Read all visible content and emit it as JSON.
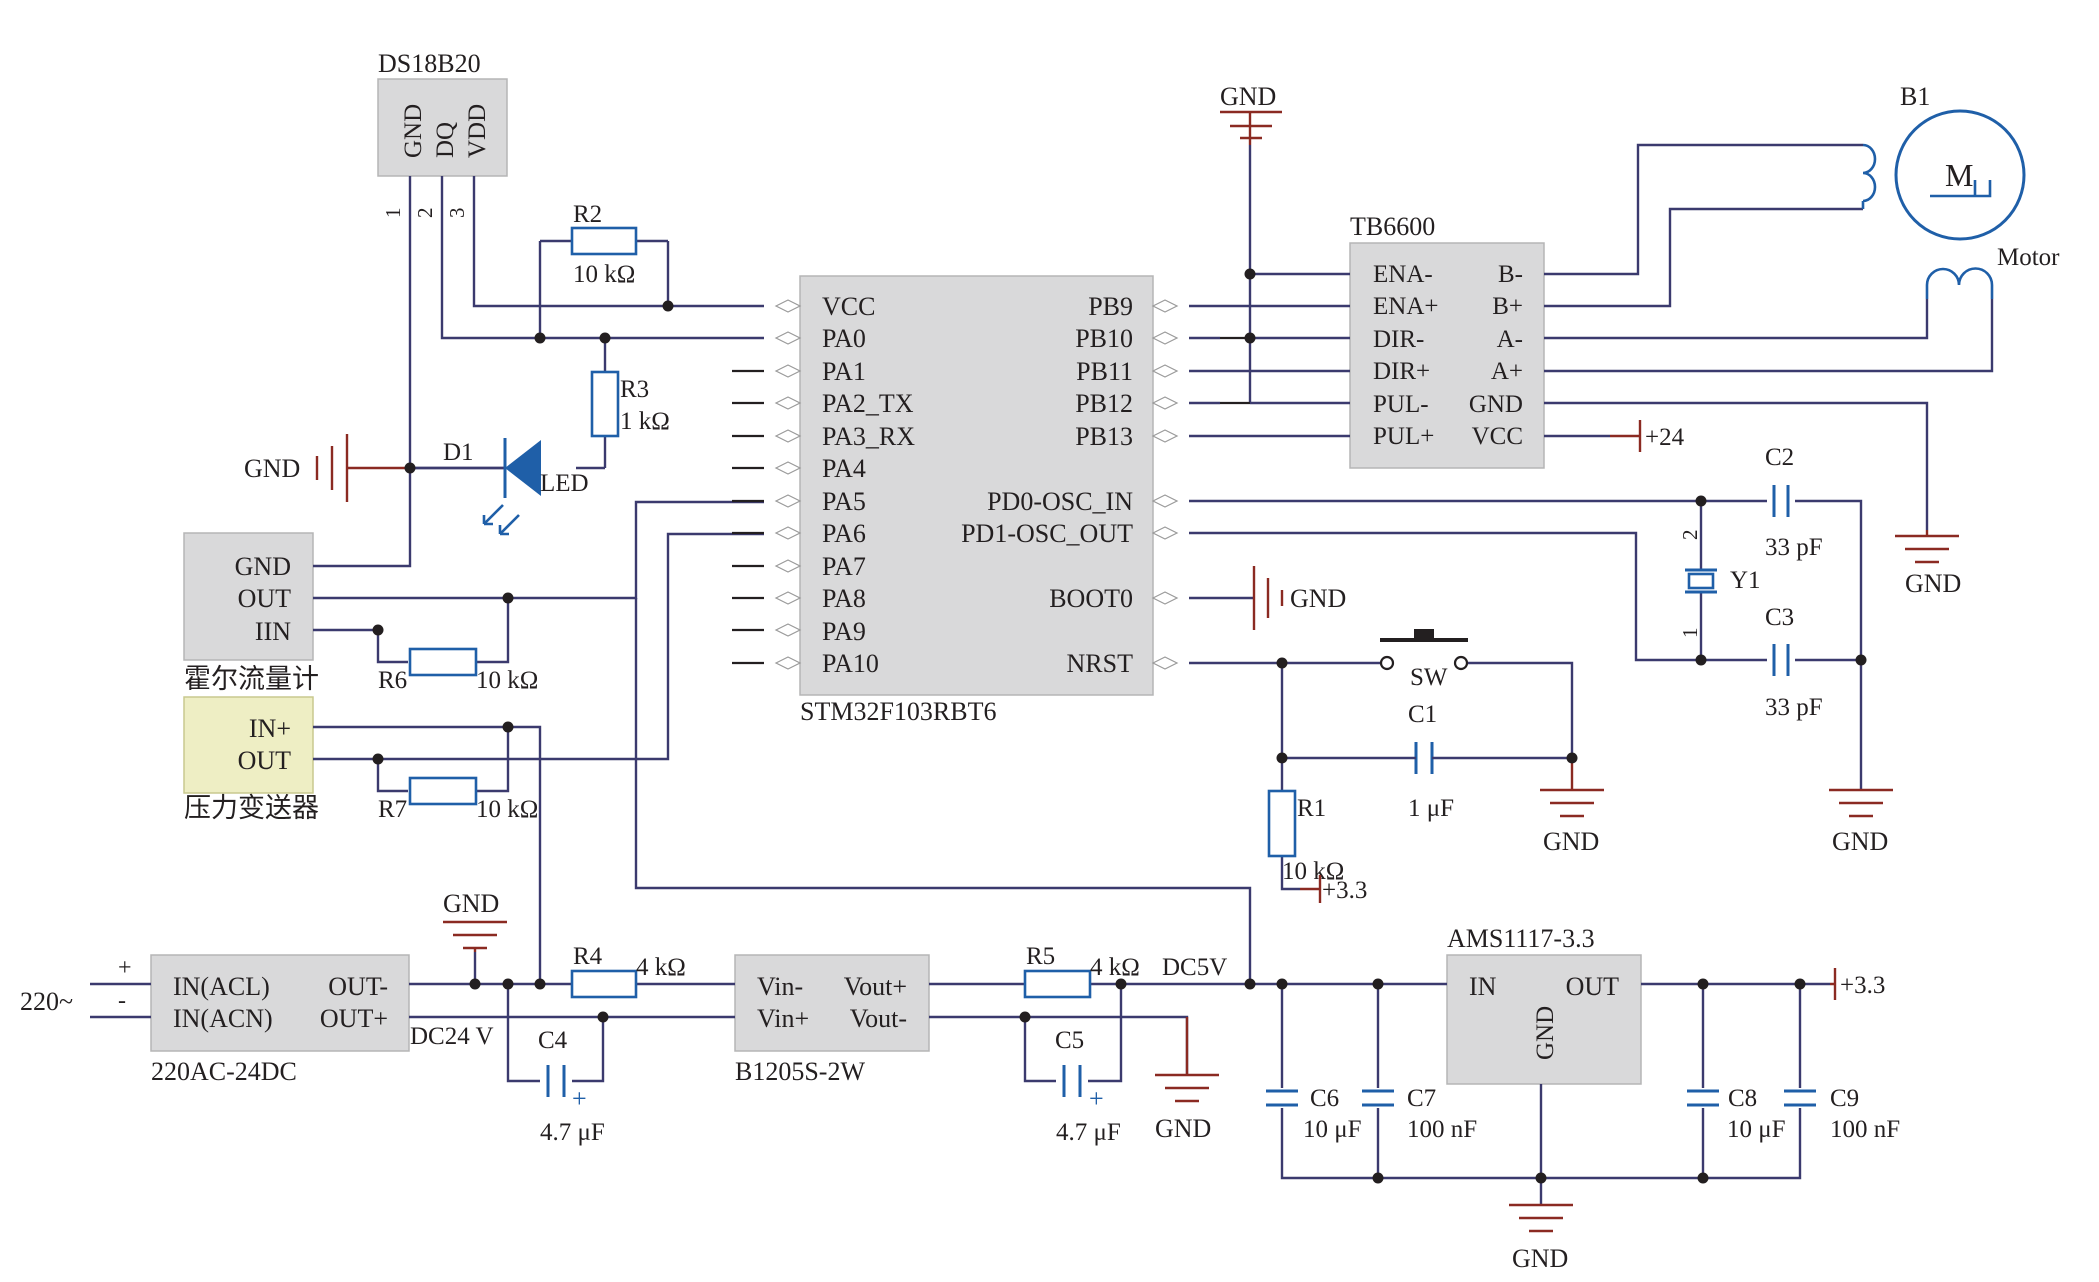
{
  "components": {
    "mcu": {
      "name": "STM32F103RBT6",
      "left_pins": [
        "VCC",
        "PA0",
        "PA1",
        "PA2_TX",
        "PA3_RX",
        "PA4",
        "PA5",
        "PA6",
        "PA7",
        "PA8",
        "PA9",
        "PA10"
      ],
      "right_pins": [
        "PB9",
        "PB10",
        "PB11",
        "PB12",
        "PB13",
        "PD0-OSC_IN",
        "PD1-OSC_OUT",
        "BOOT0",
        "NRST"
      ]
    },
    "ds18b20": {
      "name": "DS18B20",
      "pins": [
        "GND",
        "DQ",
        "VDD"
      ],
      "pin_numbers": [
        "1",
        "2",
        "3"
      ]
    },
    "tb6600": {
      "name": "TB6600",
      "left_pins": [
        "ENA-",
        "ENA+",
        "DIR-",
        "DIR+",
        "PUL-",
        "PUL+"
      ],
      "right_pins": [
        "B-",
        "B+",
        "A-",
        "A+",
        "GND",
        "VCC"
      ]
    },
    "motor": {
      "ref": "B1",
      "symbol": "M",
      "label": "Motor"
    },
    "hall_flowmeter": {
      "pins": [
        "GND",
        "OUT",
        "IIN"
      ],
      "name": "霍尔流量计"
    },
    "pressure_transmitter": {
      "pins": [
        "IN+",
        "OUT"
      ],
      "name": "压力变送器"
    },
    "psu": {
      "name": "220AC-24DC",
      "pins_left": [
        "IN(ACL)",
        "IN(ACN)"
      ],
      "pins_right": [
        "OUT-",
        "OUT+"
      ]
    },
    "dcdc": {
      "name": "B1205S-2W",
      "pins_left": [
        "Vin-",
        "Vin+"
      ],
      "pins_right": [
        "Vout+",
        "Vout-"
      ]
    },
    "ldo": {
      "name": "AMS1117-3.3",
      "pin_in": "IN",
      "pin_out": "OUT",
      "pin_gnd": "GND"
    },
    "led": {
      "ref": "D1",
      "label": "LED"
    },
    "crystal": {
      "ref": "Y1",
      "pin1": "1",
      "pin2": "2"
    },
    "switch": {
      "ref": "SW"
    },
    "resistors": {
      "r1": {
        "ref": "R1",
        "value": "10 kΩ"
      },
      "r2": {
        "ref": "R2",
        "value": "10 kΩ"
      },
      "r3": {
        "ref": "R3",
        "value": "1 kΩ"
      },
      "r4": {
        "ref": "R4",
        "value": "4 kΩ"
      },
      "r5": {
        "ref": "R5",
        "value": "4 kΩ"
      },
      "r6": {
        "ref": "R6",
        "value": "10 kΩ"
      },
      "r7": {
        "ref": "R7",
        "value": "10 kΩ"
      }
    },
    "capacitors": {
      "c1": {
        "ref": "C1",
        "value": "1 μF"
      },
      "c2": {
        "ref": "C2",
        "value": "33 pF"
      },
      "c3": {
        "ref": "C3",
        "value": "33 pF"
      },
      "c4": {
        "ref": "C4",
        "value": "4.7 μF",
        "polarity": "+"
      },
      "c5": {
        "ref": "C5",
        "value": "4.7 μF",
        "polarity": "+"
      },
      "c6": {
        "ref": "C6",
        "value": "10 μF"
      },
      "c7": {
        "ref": "C7",
        "value": "100 nF"
      },
      "c8": {
        "ref": "C8",
        "value": "10 μF"
      },
      "c9": {
        "ref": "C9",
        "value": "100 nF"
      }
    }
  },
  "nets": {
    "gnd": "GND",
    "v24": "+24",
    "v33": "+3.3",
    "dc24": "DC24 V",
    "dc5": "DC5V",
    "ac_input": "220~",
    "ac_plus": "+",
    "ac_minus": "-"
  },
  "colors": {
    "wire": "#3b3a6e",
    "ground_symbol": "#8b2a22",
    "component_blue": "#1f5fa8",
    "box_fill": "#d9d9da",
    "highlight_box_fill": "#eeeec4"
  }
}
